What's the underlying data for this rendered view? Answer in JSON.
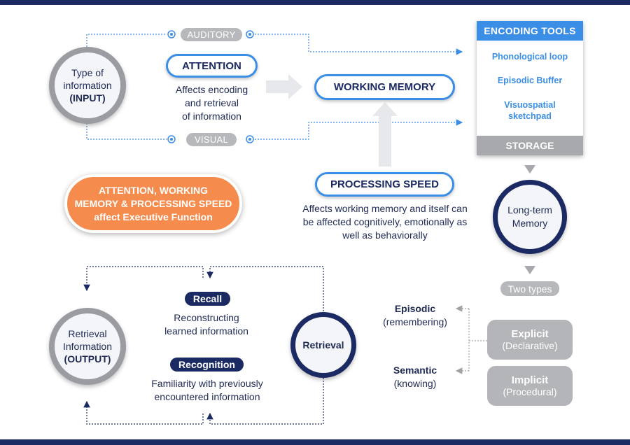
{
  "input_circle": {
    "line1": "Type of",
    "line2": "information",
    "line3": "(INPUT)"
  },
  "auditory_label": "AUDITORY",
  "visual_label": "VISUAL",
  "attention": {
    "title": "ATTENTION",
    "desc1": "Affects encoding",
    "desc2": "and retrieval",
    "desc3": "of information"
  },
  "working_memory": "WORKING MEMORY",
  "processing_speed": {
    "title": "PROCESSING SPEED",
    "desc1": "Affects working memory and itself can",
    "desc2": "be affected cognitively, emotionally as",
    "desc3": "well as behaviorally"
  },
  "encoding_tools": {
    "title": "ENCODING TOOLS",
    "item1": "Phonological loop",
    "item2": "Episodic Buffer",
    "item3a": "Visuospatial",
    "item3b": "sketchpad",
    "footer": "STORAGE"
  },
  "executive": {
    "line1": "ATTENTION, WORKING",
    "line2": "MEMORY & PROCESSING SPEED",
    "line3": "affect Executive Function"
  },
  "long_term": {
    "line1": "Long-term",
    "line2": "Memory"
  },
  "two_types": "Two types",
  "explicit": {
    "title": "Explicit",
    "sub": "(Declarative)"
  },
  "implicit": {
    "title": "Implicit",
    "sub": "(Procedural)"
  },
  "episodic": {
    "title": "Episodic",
    "sub": "(remembering)"
  },
  "semantic": {
    "title": "Semantic",
    "sub": "(knowing)"
  },
  "retrieval": "Retrieval",
  "recall": {
    "title": "Recall",
    "desc1": "Reconstructing",
    "desc2": "learned information"
  },
  "recognition": {
    "title": "Recognition",
    "desc1": "Familiarity with previously",
    "desc2": "encountered information"
  },
  "output_circle": {
    "line1": "Retrieval",
    "line2": "Information",
    "line3": "(OUTPUT)"
  },
  "colors": {
    "navy": "#1b2a63",
    "blue": "#3b8ee6",
    "orange": "#f58b4c",
    "gray": "#b4b5b9"
  }
}
